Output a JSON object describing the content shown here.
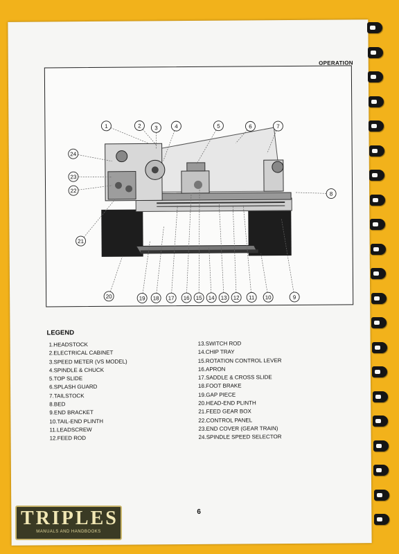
{
  "header": {
    "section": "OPERATION"
  },
  "figure": {
    "callouts": [
      "1",
      "2",
      "3",
      "4",
      "5",
      "6",
      "7",
      "8",
      "9",
      "10",
      "11",
      "12",
      "13",
      "14",
      "15",
      "16",
      "17",
      "18",
      "19",
      "20",
      "21",
      "22",
      "23",
      "24"
    ]
  },
  "legend": {
    "title": "LEGEND",
    "left_items": [
      "1.HEADSTOCK",
      "2.ELECTRICAL CABINET",
      "3.SPEED METER (VS MODEL)",
      "4.SPINDLE & CHUCK",
      "5.TOP SLIDE",
      "6.SPLASH GUARD",
      "7.TAILSTOCK",
      "8.BED",
      "9.END BRACKET",
      "10.TAIL-END PLINTH",
      "11.LEADSCREW",
      "12.FEED ROD"
    ],
    "right_items": [
      "13.SWITCH ROD",
      "14.CHIP TRAY",
      "15.ROTATION CONTROL LEVER",
      "16.APRON",
      "17.SADDLE & CROSS SLIDE",
      "18.FOOT BRAKE",
      "19.GAP PIECE",
      "20.HEAD-END PLINTH",
      "21.FEED GEAR BOX",
      "22.CONTROL PANEL",
      "23.END COVER (GEAR TRAIN)",
      "24.SPINDLE SPEED SELECTOR"
    ]
  },
  "footer": {
    "page_number": "6",
    "logo_text": "TRIPLES",
    "logo_subtext": "MANUALS AND HANDBOOKS"
  },
  "colors": {
    "background": "#f2b21b",
    "paper": "#f6f6f4",
    "ink": "#111111",
    "logo": "#3a3a24"
  }
}
